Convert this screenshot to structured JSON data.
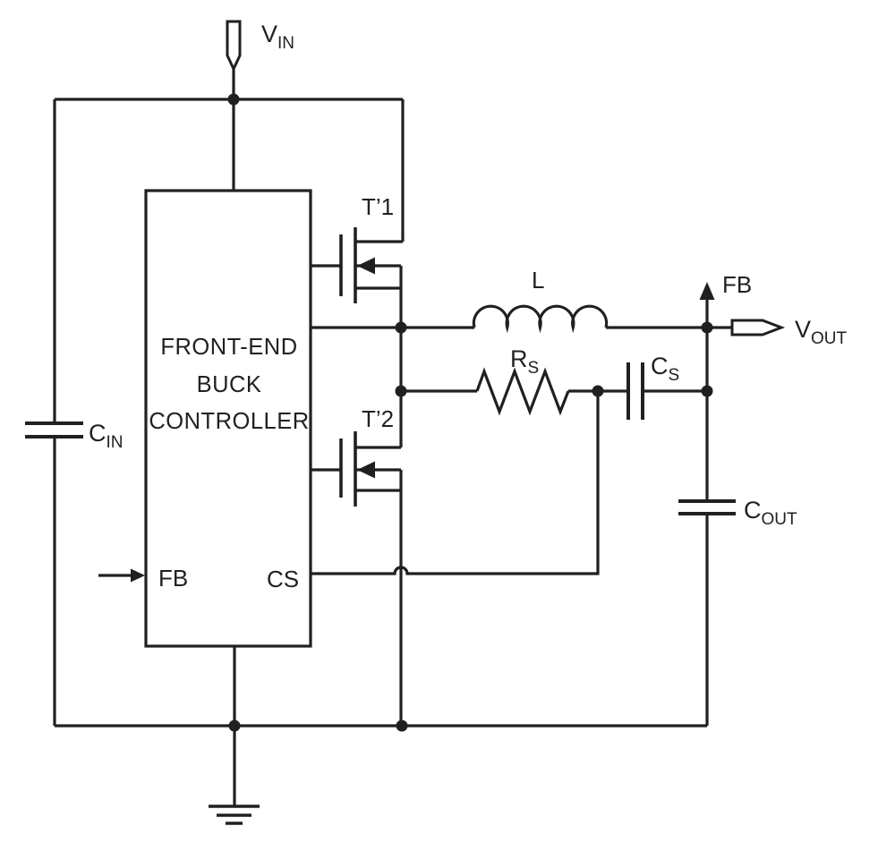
{
  "figure": {
    "type": "circuit-schematic",
    "description": "Synchronous front-end buck converter with current-sense RC network",
    "colors": {
      "ink": "#231f20",
      "background": "#ffffff"
    }
  },
  "controller": {
    "name_line1": "FRONT-END",
    "name_line2": "BUCK",
    "name_line3": "CONTROLLER",
    "pin_fb": "FB",
    "pin_cs": "CS"
  },
  "labels": {
    "vin_main": "V",
    "vin_sub": "IN",
    "vout_main": "V",
    "vout_sub": "OUT",
    "cin_main": "C",
    "cin_sub": "IN",
    "cout_main": "C",
    "cout_sub": "OUT",
    "csense_main": "C",
    "csense_sub": "S",
    "rsense_main": "R",
    "rsense_sub": "S",
    "inductor": "L",
    "fet_high": "T’1",
    "fet_low": "T’2",
    "fb_output": "FB"
  }
}
